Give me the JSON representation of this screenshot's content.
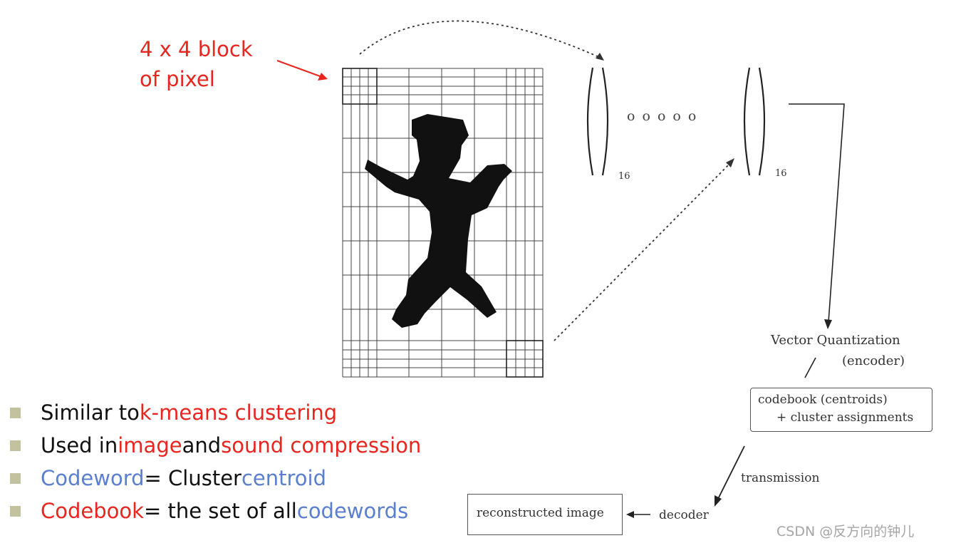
{
  "callout": {
    "line1": "4 x 4 block",
    "line2": "of pixel"
  },
  "vector_subscript_left": "16",
  "vector_subscript_right": "16",
  "vector_ellipsis": "o o o o o",
  "vq_label": {
    "line1": "Vector Quantization",
    "line2": "(encoder)"
  },
  "codebook_box": {
    "line1": "codebook (centroids)",
    "line2": "+ cluster assignments"
  },
  "transmission_label": "transmission",
  "decoder_label": "decoder",
  "reconstructed_label": "reconstructed image",
  "bullets": [
    {
      "parts": [
        {
          "text": "Similar to ",
          "color": "black"
        },
        {
          "text": "k-means clustering",
          "color": "red"
        }
      ]
    },
    {
      "parts": [
        {
          "text": "Used in ",
          "color": "black"
        },
        {
          "text": "image",
          "color": "red"
        },
        {
          "text": " and ",
          "color": "black"
        },
        {
          "text": "sound compression",
          "color": "red"
        }
      ]
    },
    {
      "parts": [
        {
          "text": "Codeword",
          "color": "blue"
        },
        {
          "text": " = Cluster ",
          "color": "black"
        },
        {
          "text": "centroid",
          "color": "blue"
        }
      ]
    },
    {
      "parts": [
        {
          "text": "Codebook",
          "color": "red"
        },
        {
          "text": " = the set of all ",
          "color": "black"
        },
        {
          "text": "codewords",
          "color": "blue"
        }
      ]
    }
  ],
  "watermark": "CSDN @反方向的钟儿",
  "colors": {
    "red": "#e8251f",
    "blue": "#5a7fd0",
    "bullet_square": "#c2c29f",
    "figure": "#111111",
    "grid": "#444444"
  }
}
